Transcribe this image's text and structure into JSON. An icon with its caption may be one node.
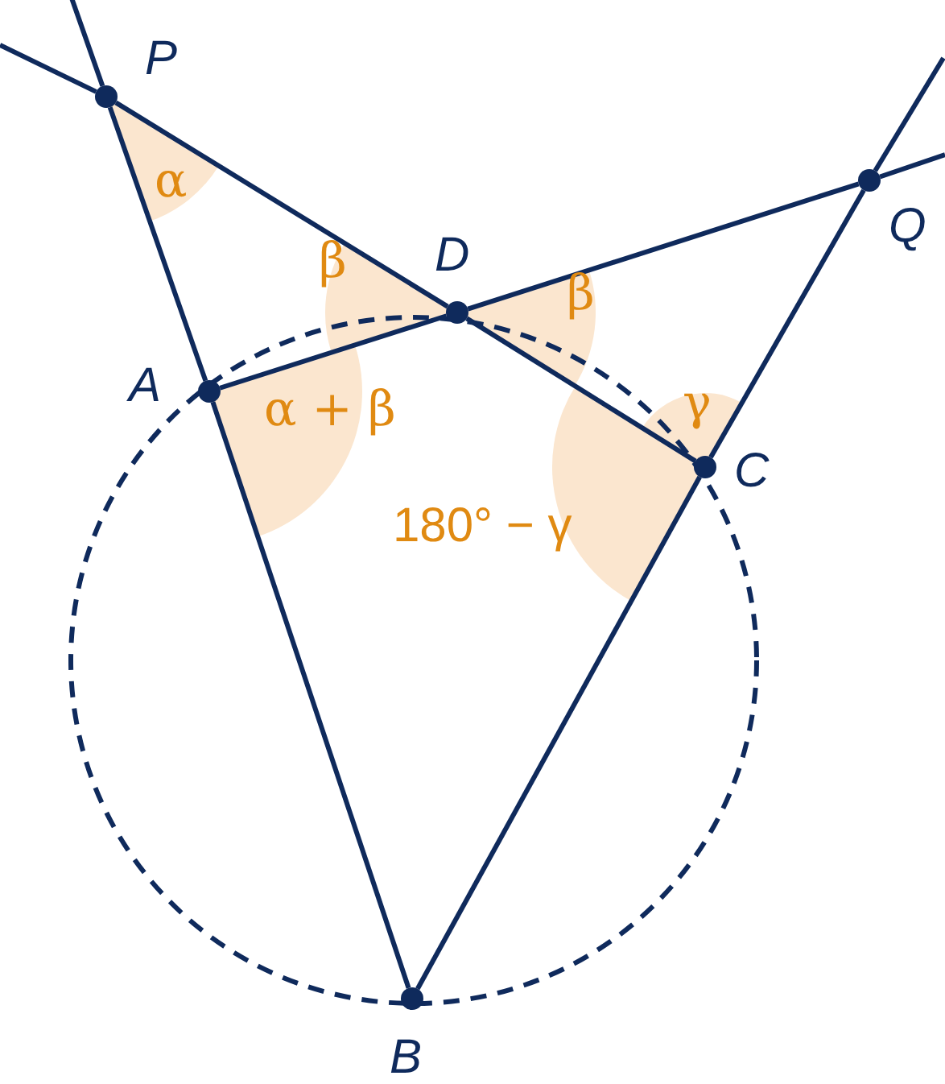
{
  "diagram": {
    "nodes": [
      {
        "text": [
          "P"
        ]
      },
      {
        "text": [
          "Q"
        ]
      },
      {
        "text": [
          "D"
        ]
      },
      {
        "text": [
          "A"
        ]
      },
      {
        "text": [
          "C"
        ]
      },
      {
        "text": [
          "B"
        ]
      }
    ],
    "edges": [
      {
        "from": null,
        "to": 0,
        "arrow": "none"
      },
      {
        "from": null,
        "to": 0,
        "arrow": "none"
      },
      {
        "from": 0,
        "to": 3,
        "arrow": "none"
      },
      {
        "from": 3,
        "to": 5,
        "arrow": "none"
      },
      {
        "from": 0,
        "to": 2,
        "arrow": "none"
      },
      {
        "from": 2,
        "to": 4,
        "arrow": "none"
      },
      {
        "from": 3,
        "to": 2,
        "arrow": "none"
      },
      {
        "from": 2,
        "to": 1,
        "arrow": "none"
      },
      {
        "from": null,
        "to": 1,
        "arrow": "none"
      },
      {
        "from": null,
        "to": 1,
        "arrow": "none"
      },
      {
        "from": 1,
        "to": 4,
        "arrow": "none"
      },
      {
        "from": 4,
        "to": 5,
        "arrow": "none"
      }
    ],
    "labels": [
      "α",
      "β",
      "β",
      "α + β",
      "γ",
      "180° − γ"
    ]
  }
}
